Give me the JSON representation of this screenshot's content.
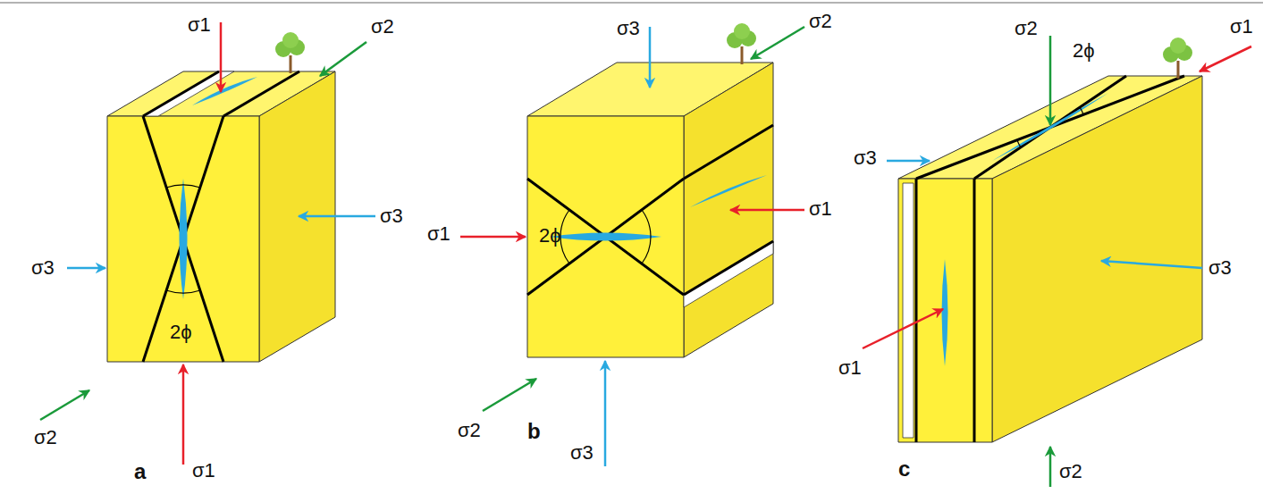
{
  "diagram": {
    "labels": [
      "σ1",
      "σ2",
      "σ3",
      "σ3",
      "2ϕ",
      "σ2",
      "σ1",
      "a",
      "σ3",
      "σ2",
      "σ1",
      "σ1",
      "2ϕ",
      "σ2",
      "σ3",
      "b",
      "σ2",
      "2ϕ",
      "σ1",
      "σ3",
      "σ3",
      "σ1",
      "σ2",
      "c"
    ]
  }
}
